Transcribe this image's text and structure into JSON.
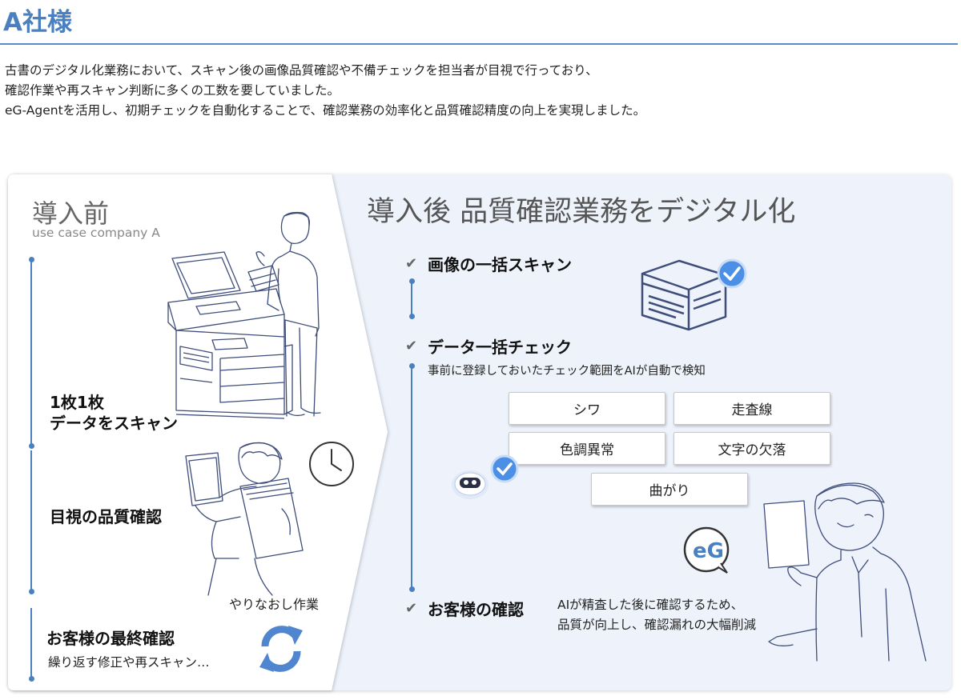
{
  "header": {
    "title": "A社様"
  },
  "intro": {
    "line1": "古書のデジタル化業務において、スキャン後の画像品質確認や不備チェックを担当者が目視で行っており、",
    "line2": "確認作業や再スキャン判断に多くの工数を要していました。",
    "line3": "eG-Agentを活用し、初期チェックを自動化することで、確認業務の効率化と品質確認精度の向上を実現しました。"
  },
  "before": {
    "title": "導入前",
    "subtitle": "use case company A",
    "step1_line1": "1枚1枚",
    "step1_line2": "データをスキャン",
    "step2": "目視の品質確認",
    "redo": "やりなおし作業",
    "step3": "お客様の最終確認",
    "step3_note": "繰り返す修正や再スキャン…"
  },
  "after": {
    "title": "導入後  品質確認業務をデジタル化",
    "item1": "画像の一括スキャン",
    "item2": "データ一括チェック",
    "item2_note": "事前に登録しておいたチェック範囲をAIが自動で検知",
    "tags": [
      "シワ",
      "走査線",
      "色調異常",
      "文字の欠落",
      "曲がり"
    ],
    "item3": "お客様の確認",
    "item3_note_line1": "AIが精査した後に確認するため、",
    "item3_note_line2": "品質が向上し、確認漏れの大幅削減",
    "logo_text": "eG"
  },
  "colors": {
    "accent": "#4a7fc0",
    "panel_bg": "#edf2fb",
    "check_badge": "#4c8fe6"
  },
  "icons": {
    "check": "check-icon",
    "clock": "clock-icon",
    "refresh": "refresh-icon",
    "robot": "robot-icon",
    "box": "document-box-icon"
  }
}
